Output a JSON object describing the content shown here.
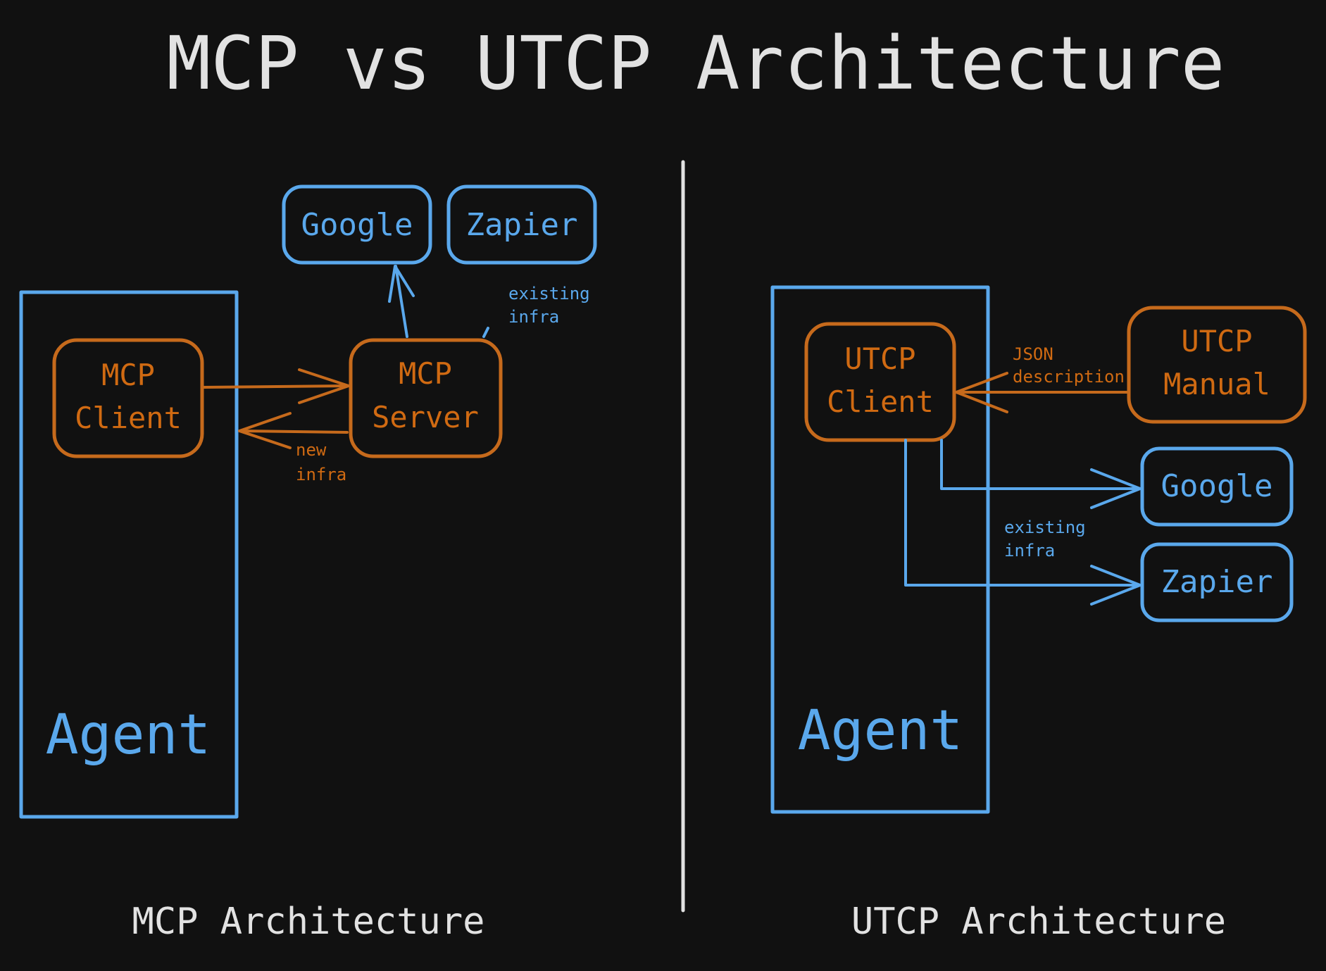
{
  "title": "MCP vs UTCP Architecture",
  "left": {
    "caption": "MCP Architecture",
    "agent_label": "Agent",
    "client_label": [
      "MCP",
      "Client"
    ],
    "server_label": [
      "MCP",
      "Server"
    ],
    "google_label": "Google",
    "zapier_label": "Zapier",
    "note_existing": [
      "existing",
      "infra"
    ],
    "note_new": [
      "new",
      "infra"
    ]
  },
  "right": {
    "caption": "UTCP Architecture",
    "agent_label": "Agent",
    "client_label": [
      "UTCP",
      "Client"
    ],
    "manual_label": [
      "UTCP",
      "Manual"
    ],
    "google_label": "Google",
    "zapier_label": "Zapier",
    "note_json": [
      "JSON",
      "description"
    ],
    "note_existing": [
      "existing",
      "infra"
    ]
  },
  "colors": {
    "background": "#111111",
    "blue": "#5aa8ec",
    "orange": "#c66a1c",
    "text": "#e2e2e2"
  }
}
